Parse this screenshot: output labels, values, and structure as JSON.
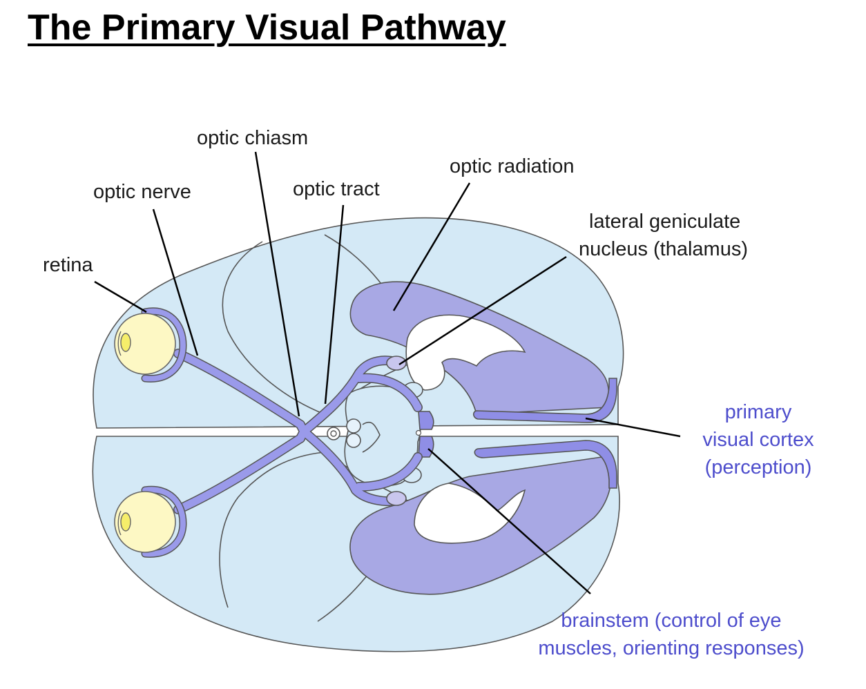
{
  "title": "The Primary Visual Pathway",
  "labels": {
    "retina": "retina",
    "optic_nerve": "optic nerve",
    "optic_chiasm": "optic chiasm",
    "optic_tract": "optic tract",
    "optic_radiation": "optic radiation",
    "lgn_line1": "lateral geniculate",
    "lgn_line2": "nucleus (thalamus)",
    "v1_line1": "primary",
    "v1_line2": "visual cortex",
    "v1_line3": "(perception)",
    "brainstem_line1": "brainstem (control of eye",
    "brainstem_line2": "muscles, orienting responses)"
  },
  "colors": {
    "brain_fill": "#d4e9f6",
    "radiation_fill": "#a8a8e4",
    "pathway_fill": "#9a9aea",
    "cortex_fill": "#8f8ee6",
    "eye_fill": "#fdf8c4",
    "highlight_text": "#4d4dcc"
  }
}
